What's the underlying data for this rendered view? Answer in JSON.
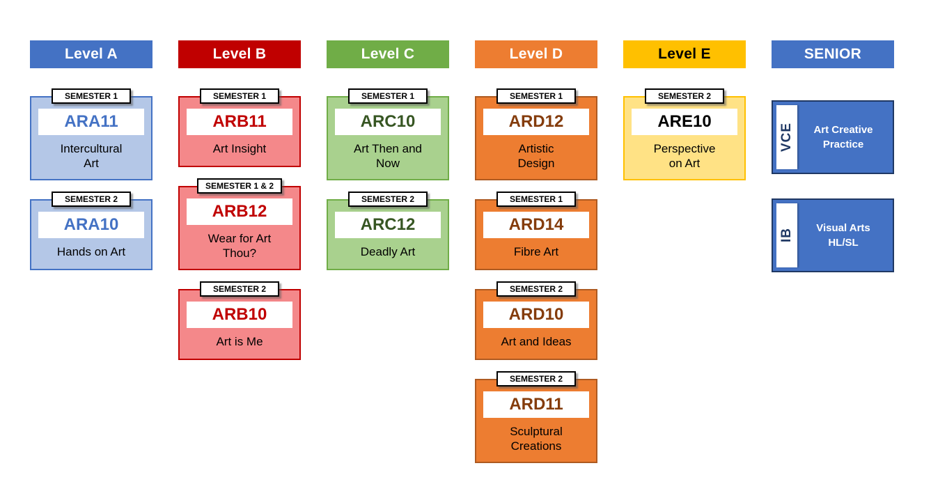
{
  "board": {
    "columns": [
      {
        "id": "level-a",
        "header": {
          "label": "Level A",
          "bg": "#4472C4",
          "text": "#FFFFFF"
        },
        "style": {
          "fill": "#B4C7E7",
          "border": "#4472C4",
          "code": "#4472C4"
        },
        "cards": [
          {
            "semester": "SEMESTER 1",
            "code": "ARA11",
            "name": "Intercultural Art"
          },
          {
            "semester": "SEMESTER 2",
            "code": "ARA10",
            "name": "Hands on Art"
          }
        ]
      },
      {
        "id": "level-b",
        "header": {
          "label": "Level B",
          "bg": "#C00000",
          "text": "#FFFFFF"
        },
        "style": {
          "fill": "#F4888A",
          "border": "#C00000",
          "code": "#C00000"
        },
        "cards": [
          {
            "semester": "SEMESTER 1",
            "code": "ARB11",
            "name": "Art Insight"
          },
          {
            "semester": "SEMESTER 1 & 2",
            "code": "ARB12",
            "name": "Wear for Art Thou?"
          },
          {
            "semester": "SEMESTER 2",
            "code": "ARB10",
            "name": "Art is Me"
          }
        ]
      },
      {
        "id": "level-c",
        "header": {
          "label": "Level C",
          "bg": "#70AD47",
          "text": "#FFFFFF"
        },
        "style": {
          "fill": "#A9D18E",
          "border": "#70AD47",
          "code": "#375623"
        },
        "cards": [
          {
            "semester": "SEMESTER 1",
            "code": "ARC10",
            "name": "Art Then and Now"
          },
          {
            "semester": "SEMESTER 2",
            "code": "ARC12",
            "name": "Deadly Art"
          }
        ]
      },
      {
        "id": "level-d",
        "header": {
          "label": "Level D",
          "bg": "#ED7D31",
          "text": "#FFFFFF"
        },
        "style": {
          "fill": "#ED7D31",
          "border": "#AE5A21",
          "code": "#843C0C"
        },
        "cards": [
          {
            "semester": "SEMESTER 1",
            "code": "ARD12",
            "name": "Artistic Design"
          },
          {
            "semester": "SEMESTER 1",
            "code": "ARD14",
            "name": "Fibre Art"
          },
          {
            "semester": "SEMESTER 2",
            "code": "ARD10",
            "name": "Art and Ideas"
          },
          {
            "semester": "SEMESTER 2",
            "code": "ARD11",
            "name": "Sculptural Creations"
          }
        ]
      },
      {
        "id": "level-e",
        "header": {
          "label": "Level E",
          "bg": "#FFC000",
          "text": "#000000"
        },
        "style": {
          "fill": "#FFE285",
          "border": "#FFC000",
          "code": "#000000"
        },
        "cards": [
          {
            "semester": "SEMESTER 2",
            "code": "ARE10",
            "name": "Perspective on Art"
          }
        ]
      },
      {
        "id": "senior",
        "header": {
          "label": "SENIOR",
          "bg": "#4472C4",
          "text": "#FFFFFF"
        },
        "style": {
          "fill": "#4472C4",
          "border": "#1F3864",
          "tab_text": "#1F3864",
          "name_text": "#FFFFFF"
        },
        "senior_cards": [
          {
            "tab": "VCE",
            "name": "Art Creative Practice"
          },
          {
            "tab": "IB",
            "name": "Visual Arts HL/SL"
          }
        ]
      }
    ]
  }
}
